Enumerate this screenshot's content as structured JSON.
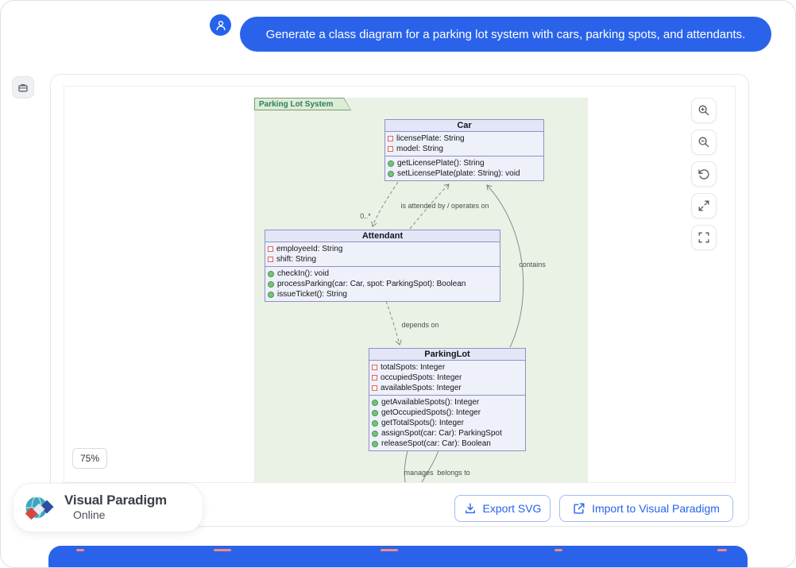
{
  "chat": {
    "message": "Generate a class diagram for a parking lot system with cars, parking spots, and attendants."
  },
  "canvas": {
    "package_label": "Parking Lot System",
    "zoom_badge": "75%"
  },
  "classes": {
    "car": {
      "name": "Car",
      "attributes": [
        "licensePlate: String",
        "model: String"
      ],
      "methods": [
        "getLicensePlate(): String",
        "setLicensePlate(plate: String): void"
      ]
    },
    "attendant": {
      "name": "Attendant",
      "attributes": [
        "employeeId: String",
        "shift: String"
      ],
      "methods": [
        "checkIn(): void",
        "processParking(car: Car, spot: ParkingSpot): Boolean",
        "issueTicket(): String"
      ]
    },
    "parkinglot": {
      "name": "ParkingLot",
      "attributes": [
        "totalSpots: Integer",
        "occupiedSpots: Integer",
        "availableSpots: Integer"
      ],
      "methods": [
        "getAvailableSpots(): Integer",
        "getOccupiedSpots(): Integer",
        "getTotalSpots(): Integer",
        "assignSpot(car: Car): ParkingSpot",
        "releaseSpot(car: Car): Boolean"
      ]
    }
  },
  "relations": {
    "attended": "is attended by / operates on",
    "multiplicity": "0..*",
    "contains": "contains",
    "depends": "depends on",
    "manages": "manages",
    "belongs": "belongs to"
  },
  "icons": {
    "avatar": "user-icon",
    "left_tool": "briefcase-icon",
    "toolbar": [
      "zoom-in-icon",
      "zoom-out-icon",
      "reset-view-icon",
      "fit-view-icon",
      "fullscreen-icon"
    ],
    "export": "download-icon",
    "import": "external-link-icon",
    "brand": "visual-paradigm-logo"
  },
  "footer": {
    "brand_line1": "Visual Paradigm",
    "brand_line2": "Online",
    "export_button": "Export SVG",
    "import_button": "Import to Visual Paradigm"
  },
  "colors": {
    "accent_blue": "#2563eb",
    "diagram_bg_green": "#e9f2e5",
    "class_header": "#e3e6f6",
    "class_body": "#eef0fa",
    "class_border": "#9191c4",
    "attr_marker_red": "#e0635e",
    "op_marker_green": "#79c07d"
  }
}
